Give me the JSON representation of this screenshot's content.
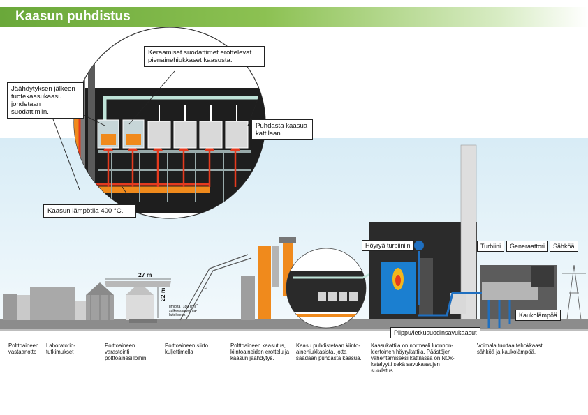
{
  "title": "Kaasun puhdistus",
  "callouts": {
    "filters": "Keraamiset suodattimet erottelevat pienainehiukkaset kaasusta.",
    "cooling": "Jäähdytyksen jälkeen tuotekaasukaasu johdetaan suodattimiin.",
    "clean_gas": "Puhdasta kaasua kattilaan.",
    "temperature": "Kaasun lämpötila 400 °C."
  },
  "labels": {
    "steam_turbine": "Höyryä turbiiniin",
    "turbine": "Turbiini",
    "generator": "Generaattori",
    "electricity": "Sähköä",
    "district_heat": "Kaukolämpöä",
    "flue_gas": "Piippu/letkusuodinsavukaasut"
  },
  "dimensions": {
    "width": "27 m",
    "height": "22 m",
    "silo_note": "Ilmiöitä (180 cm) sulkeessa voima-laitokseen."
  },
  "captions": {
    "c1": "Polttoaineen vastaanotto",
    "c2": "Laboratorio-tutkimukset",
    "c3": "Polttoaineen varastointi polttoainesiiloihin.",
    "c4": "Polttoaineen siirto kuljettimella",
    "c5": "Polttoaineen kaasutus, kiintoaineiden erottelu ja kaasun jäähdytys.",
    "c6": "Kaasu puhdistetaan kiinto-ainehiukkasista, jotta saadaan puhdasta kaasua.",
    "c7": "Kaasukattila on normaali luonnon-kiertoinen höyrykattila. Päästöjen vähentämiseksi kattilassa on NOx-katalyytti sekä savukaasujen suodatus.",
    "c8": "Voimala tuottaa tehokkaasti sähköä ja kaukolämpöä."
  },
  "colors": {
    "banner": "#8cc152",
    "hot_gas": "#e63a1e",
    "orange_pipe": "#f08a1c",
    "clean_gas_pipe": "#bfe3d8",
    "water": "#1f6fc0",
    "boiler": "#1b7fd0"
  }
}
